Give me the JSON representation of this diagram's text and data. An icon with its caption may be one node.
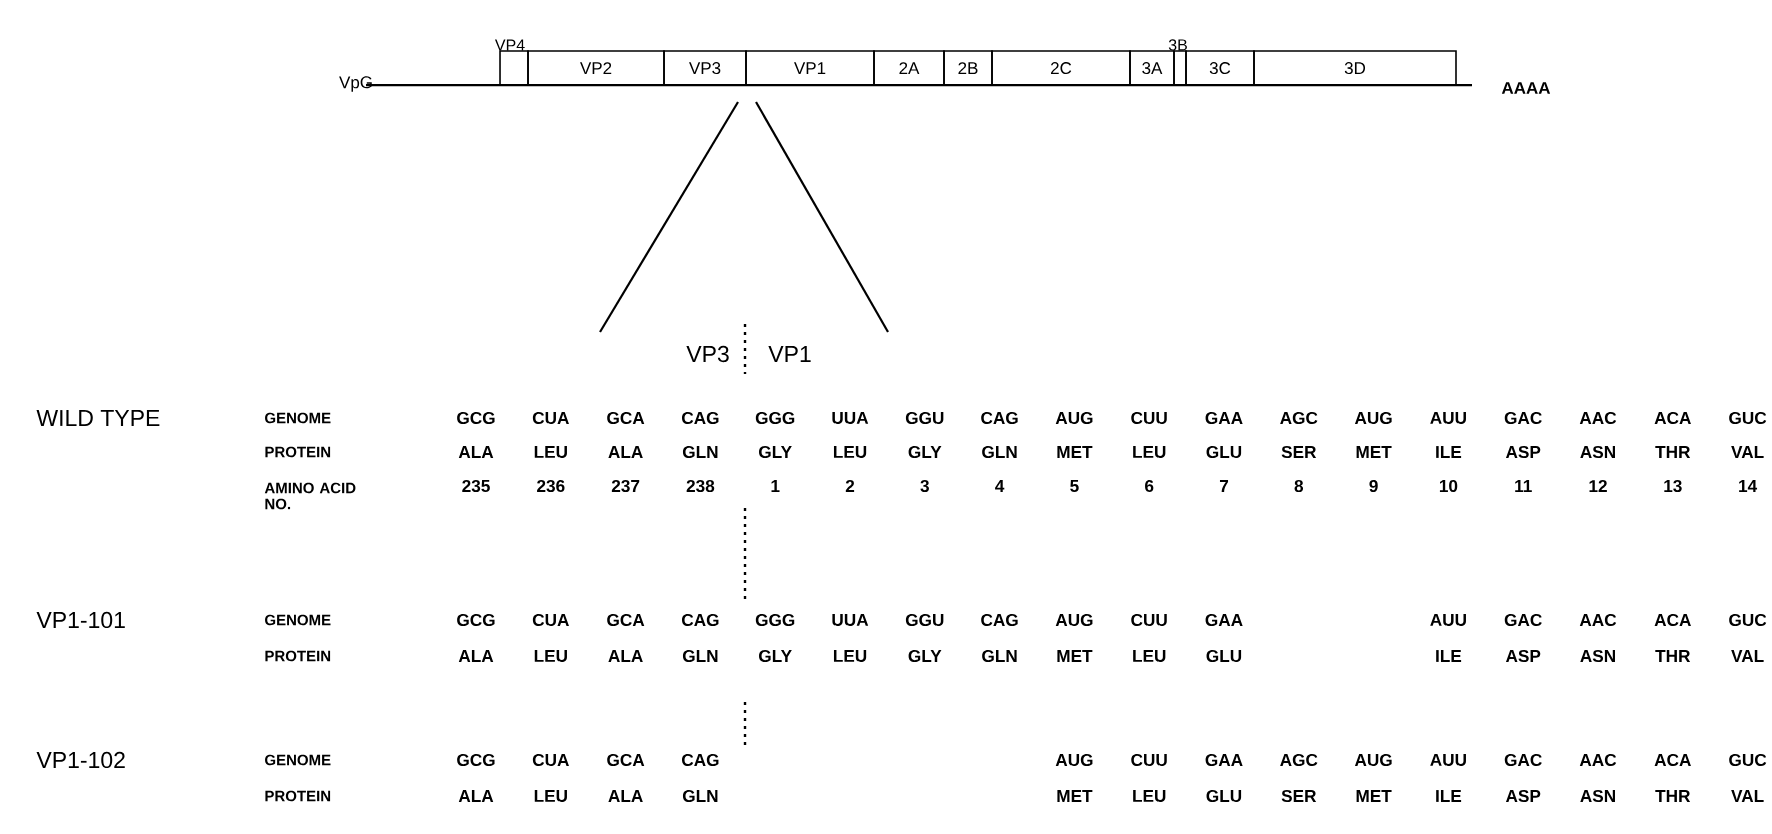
{
  "diagram": {
    "nodes": [
      {
        "text": [
          "VP4"
        ]
      },
      {
        "text": [
          "VP2"
        ]
      },
      {
        "text": [
          "VP3"
        ]
      },
      {
        "text": [
          "VP1"
        ]
      },
      {
        "text": [
          "2A"
        ]
      },
      {
        "text": [
          "2B"
        ]
      },
      {
        "text": [
          "2C"
        ]
      },
      {
        "text": [
          "3A"
        ]
      },
      {
        "text": [
          "3B"
        ]
      },
      {
        "text": [
          "3C"
        ]
      },
      {
        "text": [
          "3D"
        ]
      }
    ],
    "labels": [
      "VpG",
      "AAAA",
      "VP3",
      "VP1",
      "WILD TYPE",
      "GENOME",
      "GCG",
      "CUA",
      "GCA",
      "CAG",
      "GGG",
      "UUA",
      "GGU",
      "CAG",
      "AUG",
      "CUU",
      "GAA",
      "AGC",
      "AUG",
      "AUU",
      "GAC",
      "AAC",
      "ACA",
      "GUC",
      "PROTEIN",
      "ALA",
      "LEU",
      "ALA",
      "GLN",
      "GLY",
      "LEU",
      "GLY",
      "GLN",
      "MET",
      "LEU",
      "GLU",
      "SER",
      "MET",
      "ILE",
      "ASP",
      "ASN",
      "THR",
      "VAL",
      "AMINO ACID NO.",
      "235",
      "236",
      "237",
      "238",
      "1",
      "2",
      "3",
      "4",
      "5",
      "6",
      "7",
      "8",
      "9",
      "10",
      "11",
      "12",
      "13",
      "14",
      "VP1-101",
      "GENOME",
      "GCG",
      "CUA",
      "GCA",
      "CAG",
      "GGG",
      "UUA",
      "GGU",
      "CAG",
      "AUG",
      "CUU",
      "GAA",
      "AUU",
      "GAC",
      "AAC",
      "ACA",
      "GUC",
      "PROTEIN",
      "ALA",
      "LEU",
      "ALA",
      "GLN",
      "GLY",
      "LEU",
      "GLY",
      "GLN",
      "MET",
      "LEU",
      "GLU",
      "ILE",
      "ASP",
      "ASN",
      "THR",
      "VAL",
      "VP1-102",
      "GENOME",
      "GCG",
      "CUA",
      "GCA",
      "CAG",
      "AUG",
      "CUU",
      "GAA",
      "AGC",
      "AUG",
      "AUU",
      "GAC",
      "AAC",
      "ACA",
      "GUC",
      "PROTEIN",
      "ALA",
      "LEU",
      "ALA",
      "GLN",
      "MET",
      "LEU",
      "GLU",
      "SER",
      "MET",
      "ILE",
      "ASP",
      "ASN",
      "THR",
      "VAL"
    ]
  }
}
